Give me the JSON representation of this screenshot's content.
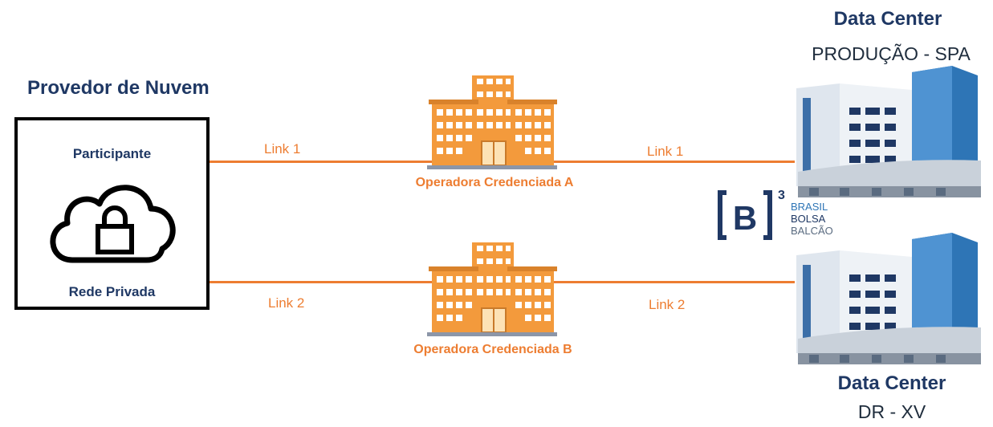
{
  "cloud_provider": {
    "title": "Provedor de Nuvem",
    "participant_label": "Participante",
    "private_network_label": "Rede Privada"
  },
  "operators": [
    {
      "name": "Operadora Credenciada A",
      "link_left": "Link 1",
      "link_right": "Link 1"
    },
    {
      "name": "Operadora Credenciada B",
      "link_left": "Link 2",
      "link_right": "Link 2"
    }
  ],
  "data_centers": [
    {
      "title": "Data Center",
      "subtitle": "PRODUÇÃO - SPA"
    },
    {
      "title": "Data Center",
      "subtitle": "DR - XV"
    }
  ],
  "brand": {
    "logo_letter": "B",
    "logo_superscript": "3",
    "logo_lines": [
      "BRASIL",
      "BOLSA",
      "BALCÃO"
    ]
  },
  "colors": {
    "accent": "#ed7d31",
    "navy": "#1f3864",
    "building_orange": "#f39a3c",
    "dc_blue": "#2e75b6"
  }
}
